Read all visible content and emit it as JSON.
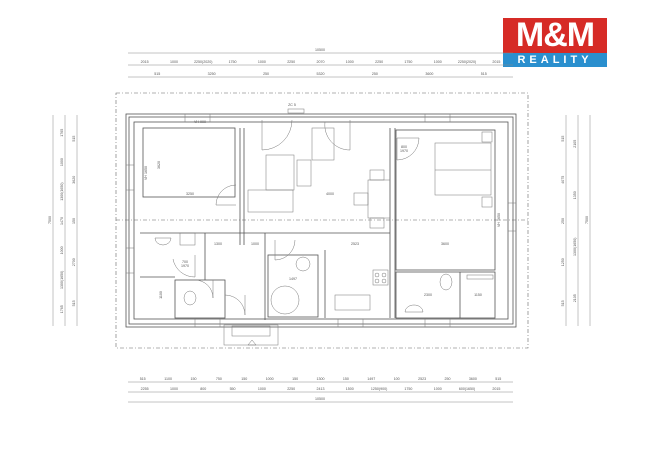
{
  "logo": {
    "brand": "M&M",
    "sub": "REALITY",
    "colors": {
      "red": "#d62b26",
      "blue": "#2a8fce"
    }
  },
  "dimensions": {
    "top_total": "10500",
    "top_openings": [
      "2015",
      "1000",
      "2250(2020)",
      "1750",
      "1000",
      "2250",
      "2070",
      "1000",
      "2250",
      "1750",
      "1000",
      "2250(2020)",
      "2015"
    ],
    "top_interior": [
      "515",
      "3250",
      "250",
      "5320",
      "250",
      "3600",
      "515"
    ],
    "bottom_interior": [
      "515",
      "1100",
      "150",
      "750",
      "150",
      "1000",
      "150",
      "1300",
      "150",
      "1497",
      "100",
      "2523",
      "250",
      "3600",
      "515"
    ],
    "bottom_openings": [
      "2255",
      "1000",
      "800",
      "550",
      "1000",
      "2250",
      "2413",
      "1500",
      "1250(900)",
      "1750",
      "1000",
      "600(1650)",
      "2015"
    ],
    "bottom_total": "10500",
    "left_total": "7500",
    "left_openings": [
      "1765",
      "1000",
      "1300(1650)",
      "1470",
      "1000",
      "1300(1650)",
      "1765"
    ],
    "left_interior": [
      "515",
      "3620",
      "150",
      "2700",
      "515"
    ],
    "right_total": "7500",
    "right_openings": [
      "2105",
      "1350",
      "1300(1650)",
      "2105"
    ],
    "right_interior": [
      "515",
      "4075",
      "250",
      "1250",
      "515"
    ]
  },
  "plan_labels": {
    "bedroom_left_width": "3250",
    "bedroom_left_depth": "3620",
    "living_width": "4000",
    "living_lower_width": "2523",
    "bedroom_right_width": "3600",
    "bath_right_width": "2300",
    "storage_right_width": "1150",
    "hall_width": "1300",
    "hall_left": "1000",
    "storage_left": "1100",
    "bath_width": "1497",
    "door_a": "800",
    "door_a2": "1970",
    "door_b": "700",
    "door_b2": "1970",
    "parapet_1": "VH 1650",
    "parapet_2": "VH 900",
    "parapet_3": "VH 1650",
    "radiator": "ZC 5"
  }
}
